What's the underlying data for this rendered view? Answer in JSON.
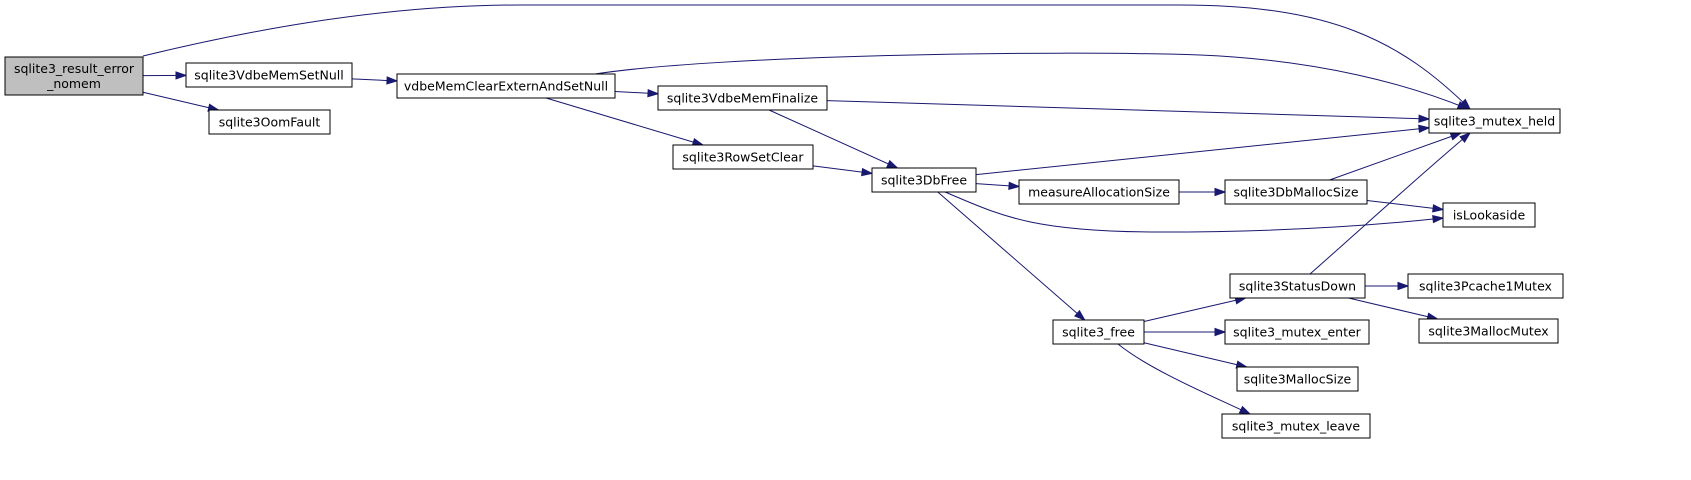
{
  "graph": {
    "nodes": [
      {
        "id": "sqlite3_result_error_nomem",
        "lines": [
          "sqlite3_result_error",
          "_nomem"
        ],
        "root": true
      },
      {
        "id": "sqlite3VdbeMemSetNull",
        "lines": [
          "sqlite3VdbeMemSetNull"
        ]
      },
      {
        "id": "sqlite3OomFault",
        "lines": [
          "sqlite3OomFault"
        ]
      },
      {
        "id": "vdbeMemClearExternAndSetNull",
        "lines": [
          "vdbeMemClearExternAndSetNull"
        ]
      },
      {
        "id": "sqlite3VdbeMemFinalize",
        "lines": [
          "sqlite3VdbeMemFinalize"
        ]
      },
      {
        "id": "sqlite3RowSetClear",
        "lines": [
          "sqlite3RowSetClear"
        ]
      },
      {
        "id": "sqlite3DbFree",
        "lines": [
          "sqlite3DbFree"
        ]
      },
      {
        "id": "measureAllocationSize",
        "lines": [
          "measureAllocationSize"
        ]
      },
      {
        "id": "sqlite3DbMallocSize",
        "lines": [
          "sqlite3DbMallocSize"
        ]
      },
      {
        "id": "sqlite3_mutex_held",
        "lines": [
          "sqlite3_mutex_held"
        ]
      },
      {
        "id": "isLookaside",
        "lines": [
          "isLookaside"
        ]
      },
      {
        "id": "sqlite3_free",
        "lines": [
          "sqlite3_free"
        ]
      },
      {
        "id": "sqlite3StatusDown",
        "lines": [
          "sqlite3StatusDown"
        ]
      },
      {
        "id": "sqlite3Pcache1Mutex",
        "lines": [
          "sqlite3Pcache1Mutex"
        ]
      },
      {
        "id": "sqlite3MallocMutex",
        "lines": [
          "sqlite3MallocMutex"
        ]
      },
      {
        "id": "sqlite3_mutex_enter",
        "lines": [
          "sqlite3_mutex_enter"
        ]
      },
      {
        "id": "sqlite3MallocSize",
        "lines": [
          "sqlite3MallocSize"
        ]
      },
      {
        "id": "sqlite3_mutex_leave",
        "lines": [
          "sqlite3_mutex_leave"
        ]
      }
    ],
    "edges": [
      {
        "from": "sqlite3_result_error_nomem",
        "to": "sqlite3VdbeMemSetNull"
      },
      {
        "from": "sqlite3_result_error_nomem",
        "to": "sqlite3OomFault"
      },
      {
        "from": "sqlite3_result_error_nomem",
        "to": "sqlite3_mutex_held"
      },
      {
        "from": "sqlite3VdbeMemSetNull",
        "to": "vdbeMemClearExternAndSetNull"
      },
      {
        "from": "vdbeMemClearExternAndSetNull",
        "to": "sqlite3VdbeMemFinalize"
      },
      {
        "from": "vdbeMemClearExternAndSetNull",
        "to": "sqlite3RowSetClear"
      },
      {
        "from": "vdbeMemClearExternAndSetNull",
        "to": "sqlite3_mutex_held"
      },
      {
        "from": "sqlite3VdbeMemFinalize",
        "to": "sqlite3DbFree"
      },
      {
        "from": "sqlite3VdbeMemFinalize",
        "to": "sqlite3_mutex_held"
      },
      {
        "from": "sqlite3RowSetClear",
        "to": "sqlite3DbFree"
      },
      {
        "from": "sqlite3DbFree",
        "to": "measureAllocationSize"
      },
      {
        "from": "sqlite3DbFree",
        "to": "sqlite3_mutex_held"
      },
      {
        "from": "sqlite3DbFree",
        "to": "isLookaside"
      },
      {
        "from": "sqlite3DbFree",
        "to": "sqlite3_free"
      },
      {
        "from": "measureAllocationSize",
        "to": "sqlite3DbMallocSize"
      },
      {
        "from": "sqlite3DbMallocSize",
        "to": "sqlite3_mutex_held"
      },
      {
        "from": "sqlite3DbMallocSize",
        "to": "isLookaside"
      },
      {
        "from": "sqlite3_free",
        "to": "sqlite3StatusDown"
      },
      {
        "from": "sqlite3_free",
        "to": "sqlite3_mutex_enter"
      },
      {
        "from": "sqlite3_free",
        "to": "sqlite3MallocSize"
      },
      {
        "from": "sqlite3_free",
        "to": "sqlite3_mutex_leave"
      },
      {
        "from": "sqlite3StatusDown",
        "to": "sqlite3_mutex_held"
      },
      {
        "from": "sqlite3StatusDown",
        "to": "sqlite3Pcache1Mutex"
      },
      {
        "from": "sqlite3StatusDown",
        "to": "sqlite3MallocMutex"
      }
    ]
  }
}
